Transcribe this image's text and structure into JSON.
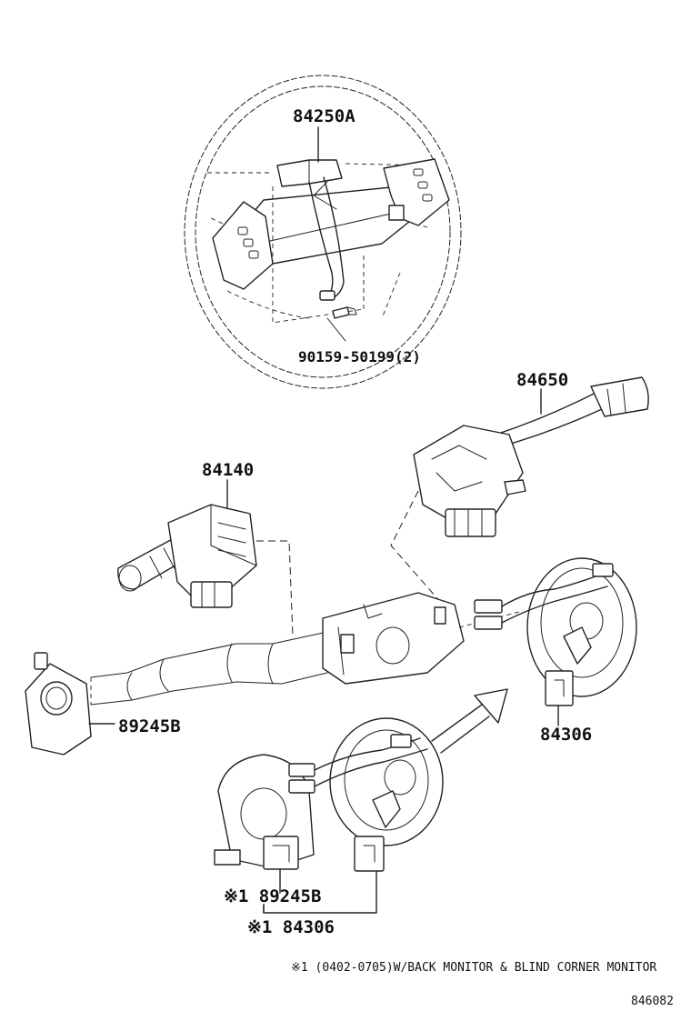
{
  "parts": {
    "steering_wheel_cover": "84250A",
    "screw": "90159-50199(2)",
    "wiper_switch": "84650",
    "headlamp_switch": "84140",
    "steering_sensor": "89245B",
    "spiral_cable": "84306",
    "alt_steering_sensor": "※1 89245B",
    "alt_spiral_cable": "※1 84306"
  },
  "footnote": "※1 (0402-0705)W/BACK MONITOR & BLIND CORNER MONITOR",
  "diagram_id": "846082"
}
